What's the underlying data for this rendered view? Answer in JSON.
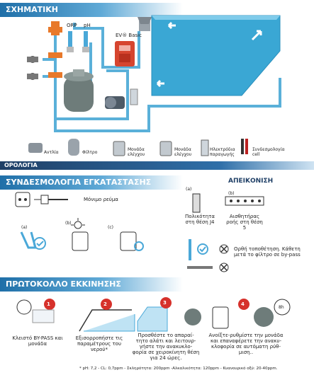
{
  "sections": {
    "schematic": "ΣΧΗΜΑΤΙΚΗ",
    "clock": "ΟΡΟΛΟΓΙΑ",
    "wiring": "ΣΥΝΔΕΣΜΟΛΟΓΙΑ ΕΓΚΑΤΑΣΤΑΣΗΣ",
    "display": "ΑΠΕΙΚΟΝΙΣΗ",
    "protocol": "ΠΡΩΤΟΚΟΛΛΟ ΕΚΚΙΝΗΣΗΣ"
  },
  "diagram": {
    "orp_label": "ORP",
    "ph_label": "pH",
    "ev_basic_label": "EV® Basic"
  },
  "legend": [
    {
      "label": "Αντλία"
    },
    {
      "label": "Φίλτρο"
    },
    {
      "label": "Μονάδα ελέγχου"
    },
    {
      "label": "Μονάδα ελέγχου"
    },
    {
      "label": "Ηλεκτρόδια παραγωγής"
    },
    {
      "label": "Συνδεσμολογία cell"
    }
  ],
  "wiring": {
    "plug_text": "Μόνιμο ρεύμα",
    "labels_abc": [
      "(a)",
      "(b)",
      "(c)"
    ],
    "display_a": "Πολικότητα στη θέση J4",
    "display_b": "Αισθητήρας ροής στη θέση 5",
    "display_ab": [
      "(a)",
      "(b)"
    ],
    "correct_note": "Ορθή τοποθέτηση. Κάθετη μετά το φίλτρο σε by-pass"
  },
  "protocol": {
    "steps": [
      {
        "num": "1",
        "text": "Κλειστό BY-PASS και μονάδα"
      },
      {
        "num": "2",
        "text": "Εξισορροπήστε τις παραμέτρους του νερού*"
      },
      {
        "num": "3",
        "text": "Προσθέστε το απαραί- τητο αλάτι και λειτουρ- γήστε την ανακυκλο- φορία σε χειροκίνητη θέση για 24 ώρες."
      },
      {
        "num": "4",
        "text": "Ανοίξτε-ρυθμίστε την μονάδα και επαναφέρετε την ανακυ- κλοφορία σε αυτόματη ρύθ- μιση.."
      }
    ],
    "timer_label": "8h",
    "footnote": "* pH: 7,2 - CL: 0,7ppm - Σκληρότητα: 200ppm -Αλκαλικότητα: 120ppm - Κυανουρικό οξύ: 20-40ppm."
  },
  "colors": {
    "banner": "#1f6fa8",
    "pipe": "#5ab0d9",
    "pool": "#3aa7d4",
    "red_marker": "#d6312b",
    "dark": "#1f3f66"
  }
}
